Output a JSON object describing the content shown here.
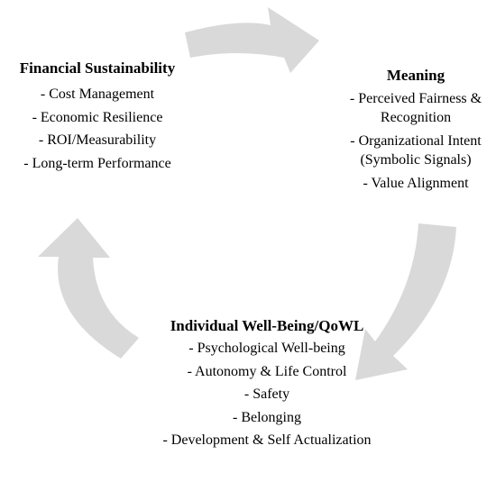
{
  "diagram": {
    "arrow_color": "#d9d9d9",
    "nodes": [
      {
        "id": "financial",
        "title": "Financial Sustainability",
        "items": [
          "- Cost Management",
          "- Economic Resilience",
          "- ROI/Measurability",
          "- Long-term Performance"
        ]
      },
      {
        "id": "meaning",
        "title": "Meaning",
        "items": [
          "- Perceived Fairness & Recognition",
          "- Organizational Intent (Symbolic Signals)",
          "- Value Alignment"
        ]
      },
      {
        "id": "wellbeing",
        "title": "Individual Well-Being/QoWL",
        "items": [
          "- Psychological Well-being",
          "- Autonomy & Life Control",
          "- Safety",
          "- Belonging",
          "- Development & Self Actualization"
        ]
      }
    ],
    "flow": [
      "financial",
      "meaning",
      "wellbeing",
      "financial"
    ]
  }
}
